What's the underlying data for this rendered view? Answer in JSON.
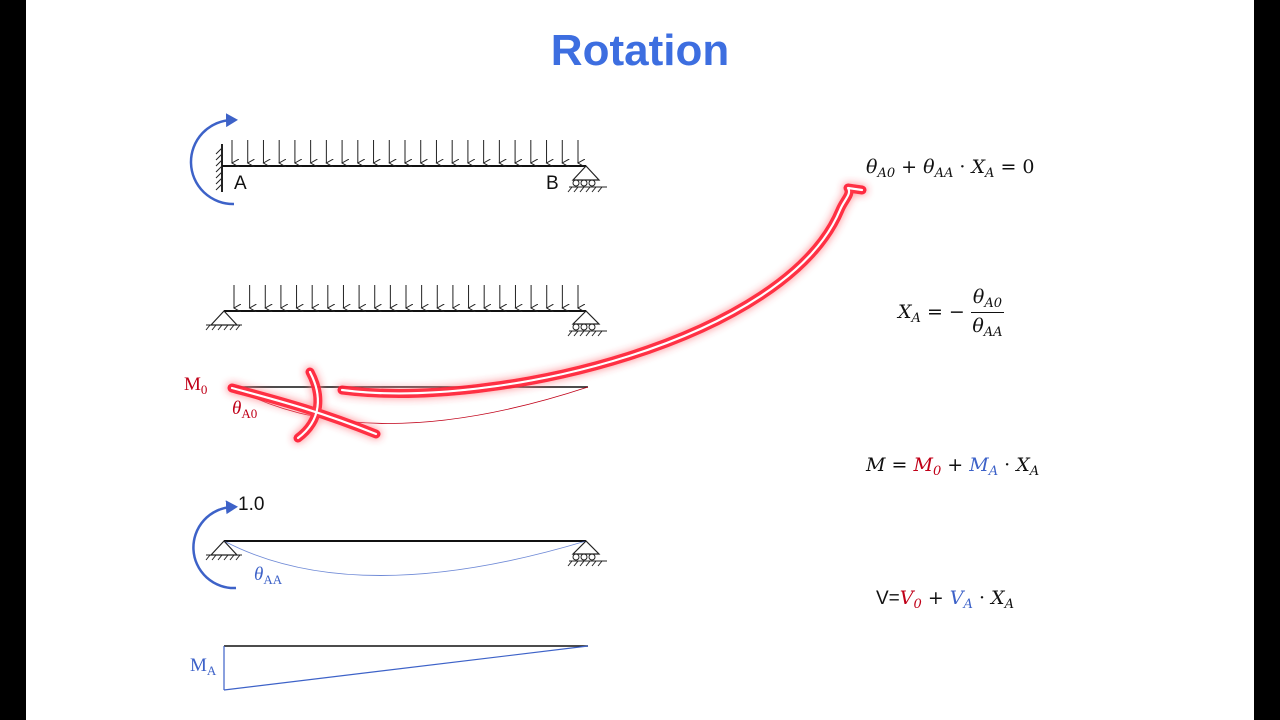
{
  "slide": {
    "title": "Rotation"
  },
  "diagram": {
    "support_a_label": "A",
    "support_b_label": "B",
    "m0_label": "M",
    "m0_sub": "0",
    "theta_a0_label": "θ",
    "theta_a0_sub": "A0",
    "unit_moment_label": "1.0",
    "theta_aa_label": "θ",
    "theta_aa_sub": "AA",
    "ma_label": "M",
    "ma_sub": "A"
  },
  "equations": {
    "eq1": {
      "t1": "θ",
      "t1_sub": "A0",
      "plus": " + ",
      "t2": "θ",
      "t2_sub": "AA",
      "dot": " · ",
      "t3": "X",
      "t3_sub": "A",
      "rhs": " = 0"
    },
    "eq2": {
      "lhs": "X",
      "lhs_sub": "A",
      "eq": " = −",
      "num": "θ",
      "num_sub": "A0",
      "den": "θ",
      "den_sub": "AA"
    },
    "eq3": {
      "lhs": "M",
      "eq": " = ",
      "m0": "M",
      "m0_sub": "0",
      "plus": " + ",
      "ma": "M",
      "ma_sub": "A",
      "dot": " · ",
      "xa": "X",
      "xa_sub": "A"
    },
    "eq4": {
      "lhs": "V=",
      "v0": "V",
      "v0_sub": "0",
      "plus": " + ",
      "va": "V",
      "va_sub": "A",
      "dot": " · ",
      "xa": "X",
      "xa_sub": "A"
    }
  },
  "colors": {
    "title": "#3d6ee0",
    "red": "#c00018",
    "blue": "#3d62c8",
    "annotation": "#ff1030"
  }
}
